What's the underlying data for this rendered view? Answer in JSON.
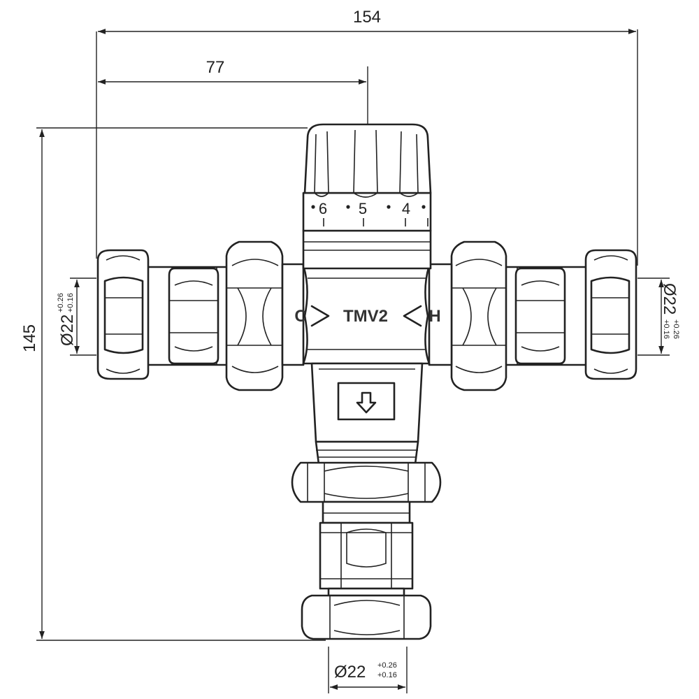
{
  "dimensions": {
    "overall_width": "154",
    "half_width": "77",
    "overall_height": "145",
    "port_diameter": "Ø22",
    "tolerance_upper": "+0.26",
    "tolerance_lower": "+0.16"
  },
  "labels": {
    "cold": "C",
    "hot": "H",
    "model": "TMV2"
  },
  "dial_scale": [
    "6",
    "5",
    "4"
  ],
  "flow_direction_icon": "down-arrow-icon"
}
